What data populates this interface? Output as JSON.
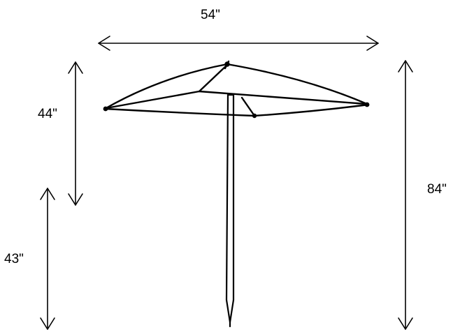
{
  "dimensions": {
    "width": "54\"",
    "canopy_height": "44\"",
    "total_height": "84\"",
    "pole_height": "43\""
  },
  "colors": {
    "ink": "#000000",
    "background": "#ffffff"
  }
}
